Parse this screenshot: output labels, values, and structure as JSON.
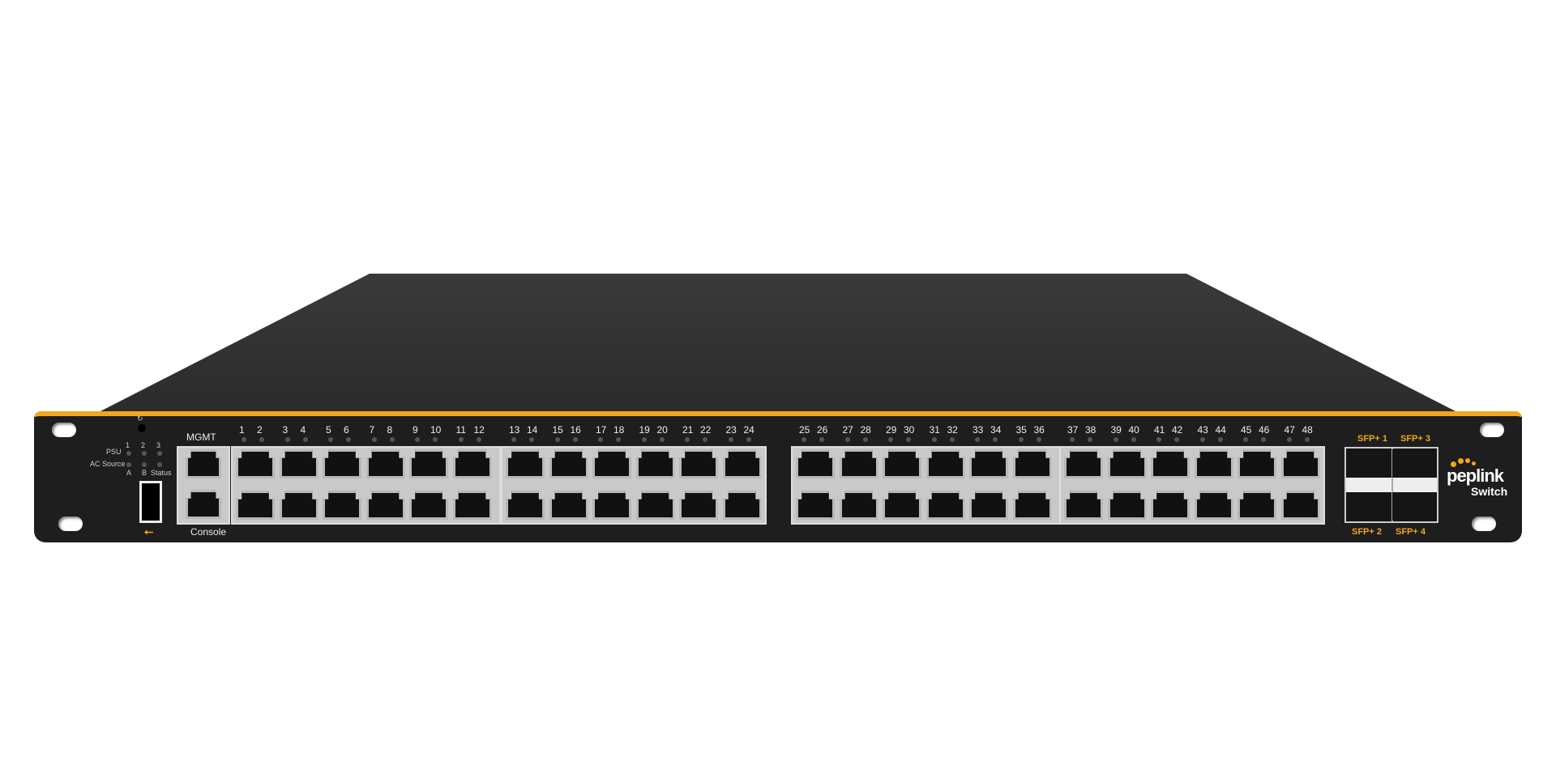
{
  "device": {
    "left": {
      "psu_label": "PSU",
      "ac_label": "AC Source",
      "psu_nums": [
        "1",
        "2",
        "3"
      ],
      "ac_labels": [
        "A",
        "B",
        "Status"
      ],
      "reset_symbol": "↻",
      "usb_symbol": "⭠"
    },
    "mgmt_label": "MGMT",
    "console_label": "Console",
    "port_labels": [
      "1",
      "2",
      "3",
      "4",
      "5",
      "6",
      "7",
      "8",
      "9",
      "10",
      "11",
      "12",
      "13",
      "14",
      "15",
      "16",
      "17",
      "18",
      "19",
      "20",
      "21",
      "22",
      "23",
      "24",
      "25",
      "26",
      "27",
      "28",
      "29",
      "30",
      "31",
      "32",
      "33",
      "34",
      "35",
      "36",
      "37",
      "38",
      "39",
      "40",
      "41",
      "42",
      "43",
      "44",
      "45",
      "46",
      "47",
      "48"
    ],
    "sfp_labels": [
      "SFP+ 1",
      "SFP+ 2",
      "SFP+ 3",
      "SFP+ 4"
    ],
    "logo": {
      "brand": "peplink",
      "product": "Switch"
    },
    "accent": "#f4a51c"
  }
}
